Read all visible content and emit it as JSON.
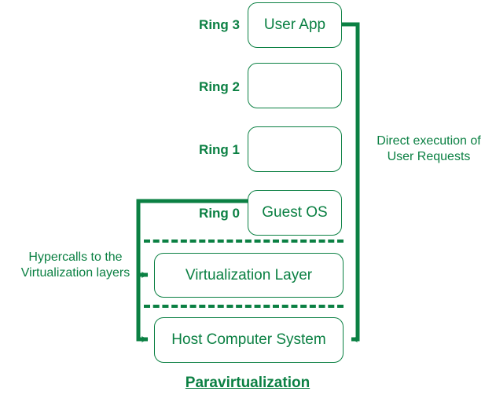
{
  "diagram": {
    "caption": "Paravirtualization",
    "accent_color": "#0b8043",
    "rings": [
      {
        "label": "Ring 3",
        "box_text": "User App"
      },
      {
        "label": "Ring 2",
        "box_text": ""
      },
      {
        "label": "Ring 1",
        "box_text": ""
      },
      {
        "label": "Ring 0",
        "box_text": "Guest OS"
      }
    ],
    "layers": [
      {
        "text": "Virtualization Layer"
      },
      {
        "text": "Host Computer System"
      }
    ],
    "annotations": {
      "left": {
        "line1": "Hypercalls to the",
        "line2": "Virtualization layers"
      },
      "right": {
        "line1": "Direct execution of",
        "line2": "User Requests"
      }
    }
  }
}
